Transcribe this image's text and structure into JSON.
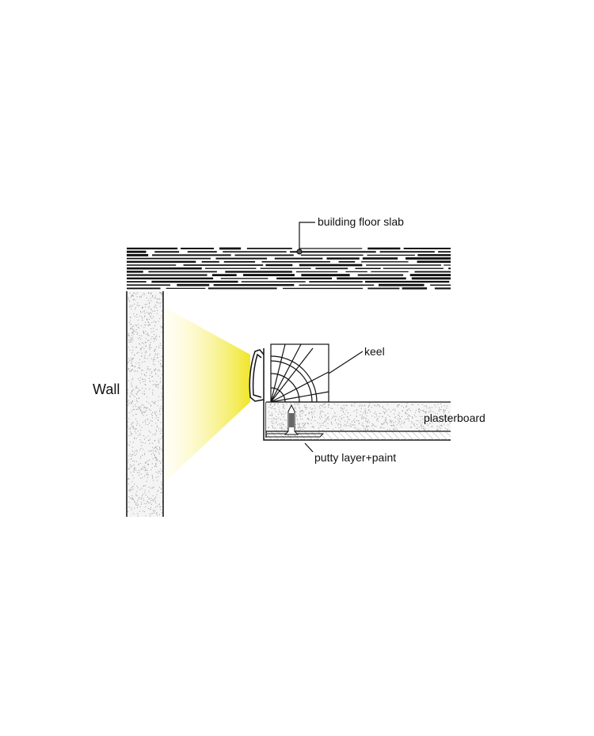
{
  "labels": {
    "slab": "building floor slab",
    "keel": "keel",
    "plasterboard": "plasterboard",
    "putty": "putty layer+paint",
    "wall": "Wall"
  },
  "colors": {
    "light": "#f3e93a",
    "line": "#111111",
    "speckle": "#9a9a9a"
  }
}
